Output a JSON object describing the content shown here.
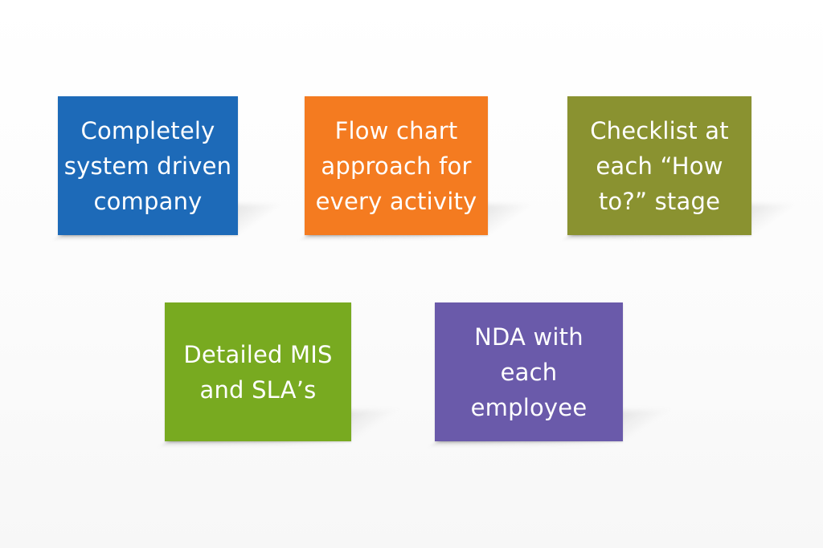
{
  "cards": [
    {
      "text": "Completely\nsystem driven\ncompany",
      "color": "#1d6ab8"
    },
    {
      "text": "Flow chart\napproach for\nevery activity",
      "color": "#f47b20"
    },
    {
      "text": "Checklist at\neach “How\nto?” stage",
      "color": "#8a9230"
    },
    {
      "text": "Detailed MIS\nand SLA’s",
      "color": "#78aa20"
    },
    {
      "text": "NDA with\neach\nemployee",
      "color": "#6a5aaa"
    }
  ]
}
